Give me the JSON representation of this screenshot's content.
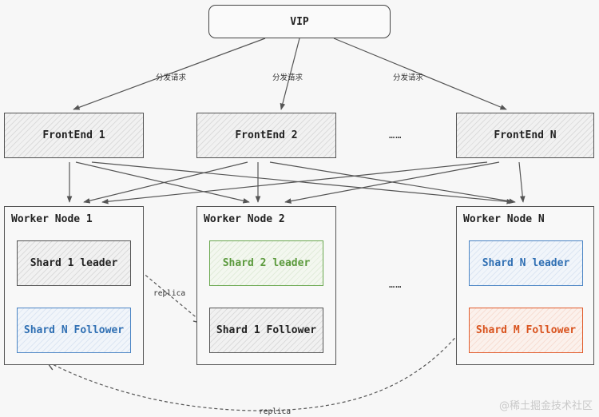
{
  "vip": {
    "label": "VIP"
  },
  "dispatch_label": "分发请求",
  "frontends": [
    {
      "label": "FrontEnd 1"
    },
    {
      "label": "FrontEnd 2"
    },
    {
      "label": "FrontEnd N"
    }
  ],
  "ellipsis": "……",
  "workers": [
    {
      "title": "Worker Node 1",
      "shards": [
        {
          "label": "Shard 1 leader"
        },
        {
          "label": "Shard N Follower"
        }
      ]
    },
    {
      "title": "Worker Node 2",
      "shards": [
        {
          "label": "Shard 2 leader"
        },
        {
          "label": "Shard 1 Follower"
        }
      ]
    },
    {
      "title": "Worker Node N",
      "shards": [
        {
          "label": "Shard N leader"
        },
        {
          "label": "Shard M Follower"
        }
      ]
    }
  ],
  "replica_label": "replica",
  "watermark": "@稀土掘金技术社区",
  "colors": {
    "green": "#5b9a3c",
    "blue": "#2f6fb3",
    "red": "#d9531e",
    "stroke": "#555555"
  }
}
